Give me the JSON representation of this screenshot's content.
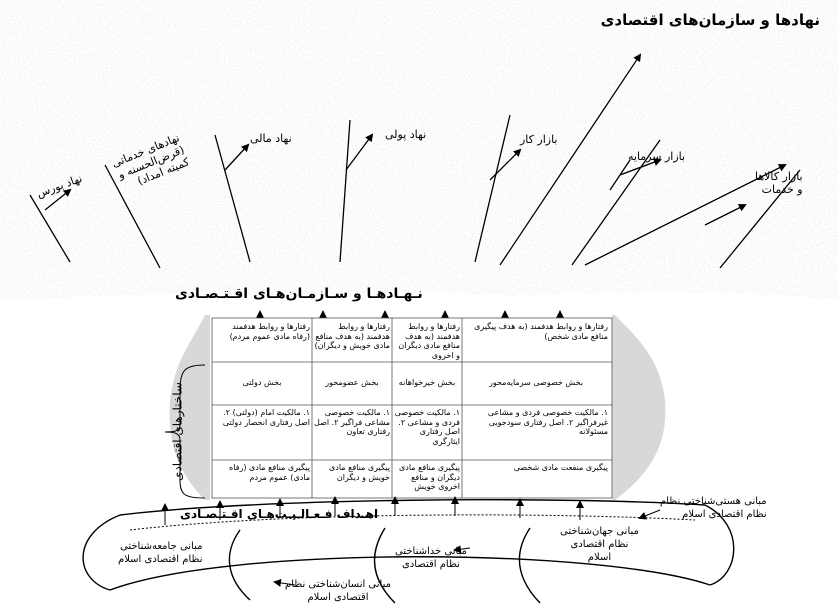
{
  "title_top": "نهادها و سازمان‌های اقتصادی",
  "branches": [
    {
      "label": "بازار کالاها\nو خدمات"
    },
    {
      "label": "بازار سرمایه"
    },
    {
      "label": "بازار کار"
    },
    {
      "label": "نهاد پولی"
    },
    {
      "label": "نهاد مالی"
    },
    {
      "label": "نهادهای خدماتی\n(قرض‌الحسنه و\nکمیته امداد)"
    },
    {
      "label": "نهاد بورس"
    }
  ],
  "band_title": "نـهـادهـا و سـازمـان‌هـای اقـتـصـادی",
  "side_label": "ساختارهای اقتصادی",
  "table": {
    "rows": [
      [
        "رفتارها و روابط هدفمند (به هدف پیگیری منافع مادی شخص)",
        "رفتارها و روابط هدفمند (به هدف منافع مادی دیگران و اخروی",
        "رفتارها و روابط هدفمند (به هدف منافع مادی خویش و دیگران)",
        "رفتارها و روابط هدفمند (رفاه مادی عموم مردم)"
      ],
      [
        "بخش خصوصی سرمایه‌محور",
        "بخش خیرخواهانه",
        "بخش عضومحور",
        "بخش دولتی"
      ],
      [
        "۱. مالکیت خصوصی فردی و مشاعی غیرفراگیر ۲. اصل رفتاری سودجویی مسئولانه",
        "۱. مالکیت خصوصی فردی و مشاعی ۲. اصل رفتاری ایثارگری",
        "۱. مالکیت خصوصی مشاعی فراگیر ۲. اصل رفتاری تعاون",
        "۱. مالکیت امام (دولتی) ۲. اصل رفتاری انحصار دولتی"
      ],
      [
        "پیگیری منفعت مادی شخصی",
        "پیگیری منافع مادی دیگران و منافع اخروی خویش",
        "پیگیری منافع مادی خویش و دیگران",
        "پیگیری منافع مادی (رفاه مادی) عموم مردم"
      ]
    ]
  },
  "goals_label": "اهـداف فـعـالـیـت‌هـای اقـتـصـادی",
  "foundations": [
    {
      "label": "مبانی هستی‌شناختی نظام\nنظام اقتصادی اسلام"
    },
    {
      "label": "مبانی جهان‌شناختی\nنظام اقتصادی\nاسلام"
    },
    {
      "label": "مبانی خداشناختی\nنظام اقتصادی"
    },
    {
      "label": "مبانی جامعه‌شناختی\nنظام اقتصادی اسلام"
    },
    {
      "label": "مبانی انسان‌شناختی نظام\nاقتصادی اسلام"
    }
  ]
}
